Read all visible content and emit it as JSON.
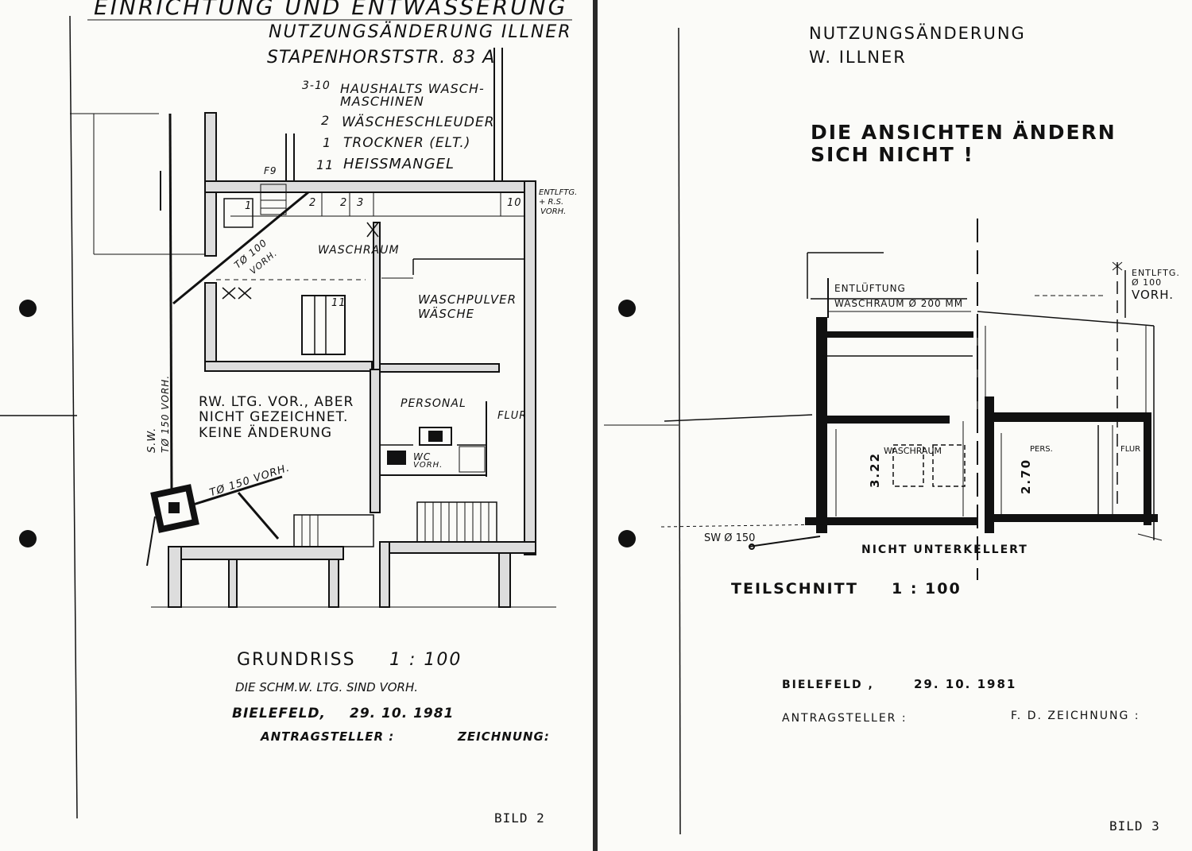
{
  "left_sheet": {
    "header_line1": "EINRICHTUNG UND ENTWÄSSERUNG",
    "header_line2": "NUTZUNGSÄNDERUNG  ILLNER",
    "header_line3": "STAPENHORSTSTR. 83 a",
    "legend": [
      {
        "qty": "3-10",
        "label": "HAUSHALTS WASCH-",
        "label2": "MASCHINEN"
      },
      {
        "qty": "2",
        "label": "WÄSCHESCHLEUDER",
        "label2": ""
      },
      {
        "qty": "1",
        "label": "TROCKNER (ELT.)",
        "label2": ""
      },
      {
        "qty": "11",
        "label": "HEISSMANGEL",
        "label2": ""
      }
    ],
    "plan_labels": {
      "f9": "F9",
      "ventilation_line1": "ENTLFTG.",
      "ventilation_line2": "+ R.S.",
      "ventilation_line3": "VORH.",
      "waschraum": "WASCHRAUM",
      "pipe_t100_line1": "TØ 100",
      "pipe_t100_line2": "VORH.",
      "waschpulver_line1": "WASCHPULVER",
      "waschpulver_line2": "WÄSCHE",
      "rw_line1": "RW. LTG. VOR., ABER",
      "rw_line2": "NICHT GEZEICHNET.",
      "rw_line3": "KEINE ÄNDERUNG",
      "sw_vertical_line1": "S.W.",
      "sw_vertical_line2": "TØ 150 VORH.",
      "personal": "PERSONAL",
      "flur": "FLUR",
      "wc_line1": "WC",
      "wc_line2": "VORH.",
      "pipe_t150": "TØ 150 VORH.",
      "num_1": "1",
      "num_2a": "2",
      "num_2b": "2",
      "num_3": "3",
      "num_10": "10",
      "num_11": "11"
    },
    "title": "GRUNDRISS",
    "scale": "1 : 100",
    "note": "DIE SCHM.W. LTG. SIND VORH.",
    "place": "BIELEFELD,",
    "date": "29. 10. 1981",
    "applicant_label": "ANTRAGSTELLER :",
    "drawing_label": "ZEICHNUNG:",
    "figure_label": "BILD 2"
  },
  "right_sheet": {
    "header_line1": "NUTZUNGSÄNDERUNG",
    "header_line2": "W. ILLNER",
    "notice_line1": "DIE ANSICHTEN ÄNDERN",
    "notice_line2": "SICH NICHT !",
    "section_labels": {
      "entlueftung": "ENTLÜFTUNG",
      "waschraum_pipe": "WASCHRAUM  Ø 200 mm",
      "entlftg_line1": "ENTLFTG.",
      "entlftg_line2": "Ø 100",
      "entlftg_line3": "VORH.",
      "waschraum": "WASCHRAUM",
      "height_1": "3.22",
      "height_2": "2.70",
      "pers": "PERS.",
      "flur": "FLUR",
      "sw": "SW Ø 150",
      "not_basement": "NICHT UNTERKELLERT"
    },
    "title": "TEILSCHNITT",
    "scale": "1 : 100",
    "place": "BIELEFELD ,",
    "date": "29. 10. 1981",
    "applicant_label": "ANTRAGSTELLER :",
    "drawing_label": "F. D. ZEICHNUNG :",
    "figure_label": "BILD 3"
  }
}
